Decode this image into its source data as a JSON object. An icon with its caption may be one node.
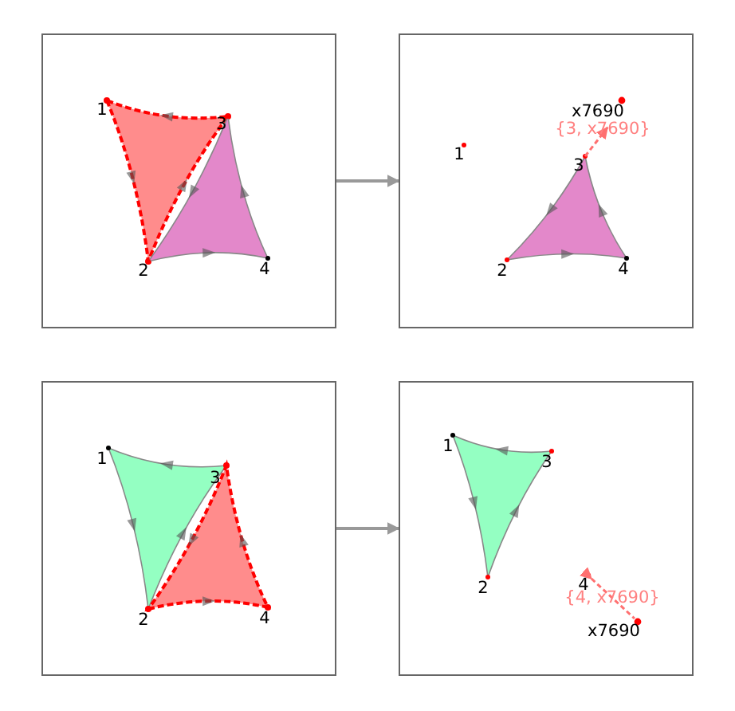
{
  "diagram": {
    "nodes": [
      {
        "text": [],
        "shape": "box"
      },
      {
        "text": [],
        "shape": "box"
      },
      {
        "text": [],
        "shape": "box"
      },
      {
        "text": [],
        "shape": "box"
      }
    ],
    "edges": [
      {
        "from": 0,
        "to": 1,
        "arrow": "to"
      },
      {
        "from": 2,
        "to": 3,
        "arrow": "to"
      }
    ],
    "labels": [
      "1",
      "3",
      "2",
      "4",
      "x7690",
      "{3, x7690}",
      "1",
      "3",
      "2",
      "4",
      "1",
      "3",
      "2",
      "4",
      "1",
      "3",
      "2",
      "4",
      "{4, x7690}",
      "x7690"
    ]
  }
}
